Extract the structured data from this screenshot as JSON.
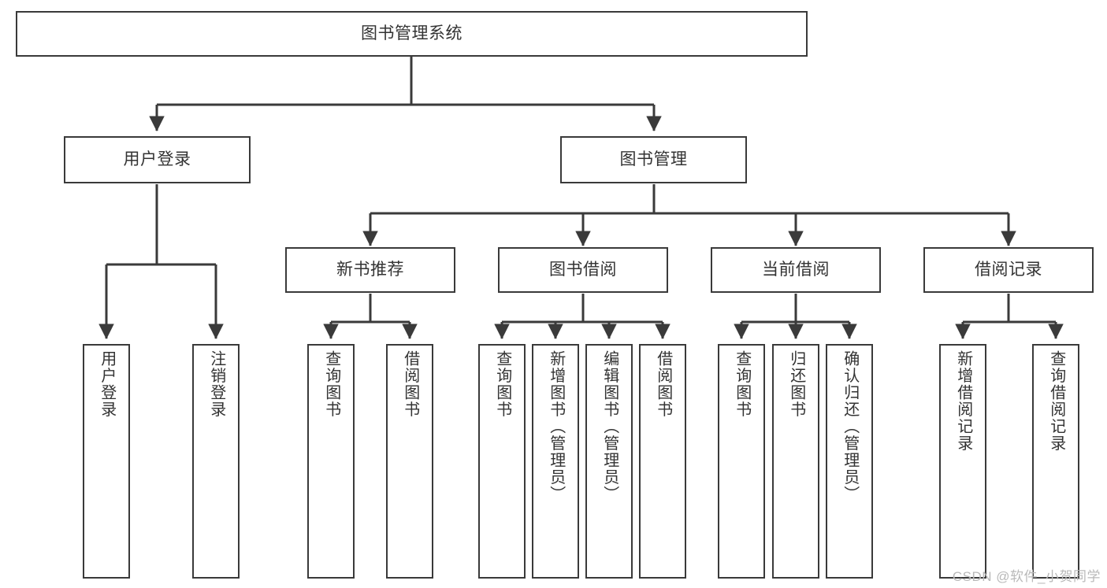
{
  "diagram": {
    "title": "图书管理系统",
    "type": "tree-hierarchy-diagram",
    "colors": {
      "box_border": "#3a3a3a",
      "box_fill": "#ffffff",
      "edge": "#3a3a3a",
      "text": "#333333",
      "watermark": "#b9b9b9"
    },
    "root": {
      "label": "图书管理系统"
    },
    "level2": [
      {
        "label": "用户登录"
      },
      {
        "label": "图书管理"
      }
    ],
    "level3": [
      {
        "label": "新书推荐"
      },
      {
        "label": "图书借阅"
      },
      {
        "label": "当前借阅"
      },
      {
        "label": "借阅记录"
      }
    ],
    "leaves": {
      "user_login": [
        {
          "label": "用户登录"
        },
        {
          "label": "注销登录"
        }
      ],
      "new_book": [
        {
          "label": "查询图书"
        },
        {
          "label": "借阅图书"
        }
      ],
      "book_borrow": [
        {
          "label": "查询图书"
        },
        {
          "label": "新增图书（管理员）"
        },
        {
          "label": "编辑图书（管理员）"
        },
        {
          "label": "借阅图书"
        }
      ],
      "current_borrow": [
        {
          "label": "查询图书"
        },
        {
          "label": "归还图书"
        },
        {
          "label": "确认归还（管理员）"
        }
      ],
      "borrow_record": [
        {
          "label": "新增借阅记录"
        },
        {
          "label": "查询借阅记录"
        }
      ]
    }
  },
  "watermark": {
    "text": "CSDN @软件_小贺同学"
  }
}
